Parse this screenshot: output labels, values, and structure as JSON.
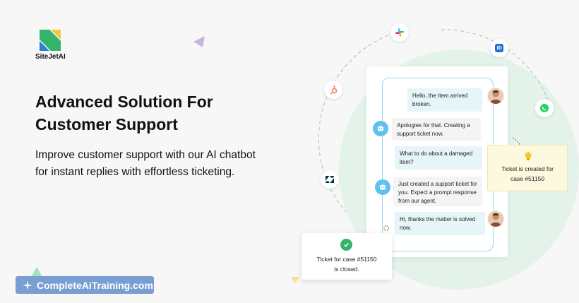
{
  "brand": {
    "name": "SiteJetAI",
    "logo_icon": "sitejet-logo-icon"
  },
  "hero": {
    "headline_line1": "Advanced Solution For",
    "headline_line2": "Customer Support",
    "subline_line1": "Improve customer support with our AI chatbot",
    "subline_line2": "for instant replies with effortless ticketing."
  },
  "chat": {
    "messages": [
      {
        "from": "user",
        "text": "Hello, the Item arrived broken."
      },
      {
        "from": "bot",
        "text": "Apologies for that. Creating a support ticket now."
      },
      {
        "from": "user",
        "text": "What to do about a damaged item?"
      },
      {
        "from": "bot",
        "text": "Just created a support ticket for you. Expect a prompt response from our agent."
      },
      {
        "from": "user",
        "text": "Hi, thanks the matter is solved now."
      }
    ]
  },
  "notes": {
    "created_line1": "Ticket is created for",
    "created_line2": "case #51150",
    "closed_line1": "Ticket for case #51150",
    "closed_line2": "is closed."
  },
  "integrations": [
    "slack-icon",
    "intercom-icon",
    "hubspot-icon",
    "whatsapp-icon",
    "zendesk-icon"
  ],
  "watermark": {
    "text": "CompleteAiTraining.com"
  },
  "colors": {
    "brand_green": "#34b36b",
    "brand_blue": "#2c7fcf",
    "bot_blue": "#5ec1ee",
    "phone_border": "#9ed4f0",
    "badge_bg": "#7a9dd2",
    "note_yellow": "#fdf8de"
  }
}
